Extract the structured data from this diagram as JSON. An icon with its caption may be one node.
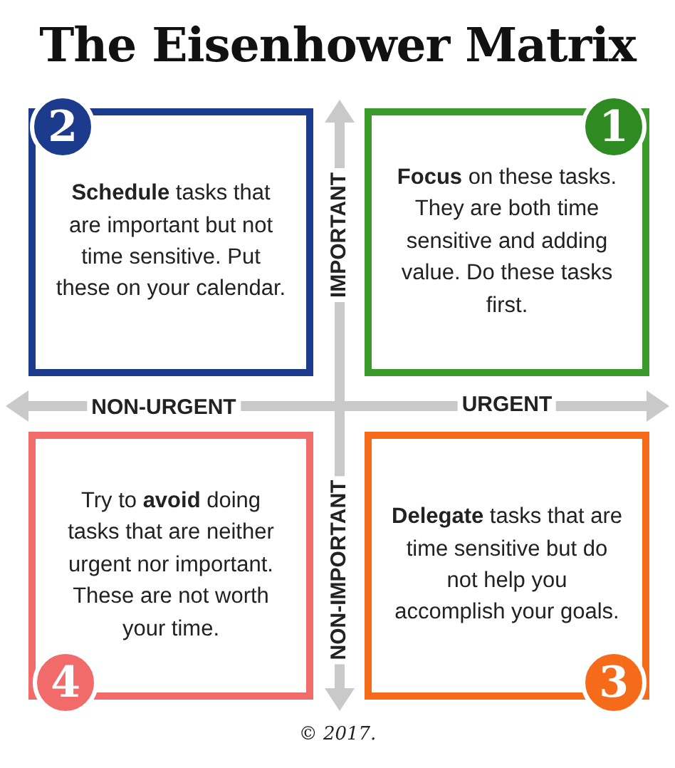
{
  "diagram": {
    "title": "The Eisenhower Matrix",
    "nodes": [
      {
        "text": [
          "**Schedule** tasks that are important but not time sensitive. Put these on your calendar."
        ]
      },
      {
        "text": [
          "2"
        ]
      },
      {
        "text": [
          "**Focus** on these tasks. They are both time sensitive and adding value. Do these tasks first."
        ]
      },
      {
        "text": [
          "1"
        ]
      },
      {
        "text": [
          "Try to **avoid** doing tasks that are neither urgent nor important. These are not worth your time."
        ]
      },
      {
        "text": [
          "4"
        ]
      },
      {
        "text": [
          "**Delegate** tasks that are time sensitive but do not help you accomplish your goals."
        ]
      },
      {
        "text": [
          "3"
        ]
      }
    ],
    "labels": [
      "IMPORTANT",
      "NON-URGENT",
      "URGENT",
      "NON-IMPORTANT",
      "© 2017."
    ]
  }
}
